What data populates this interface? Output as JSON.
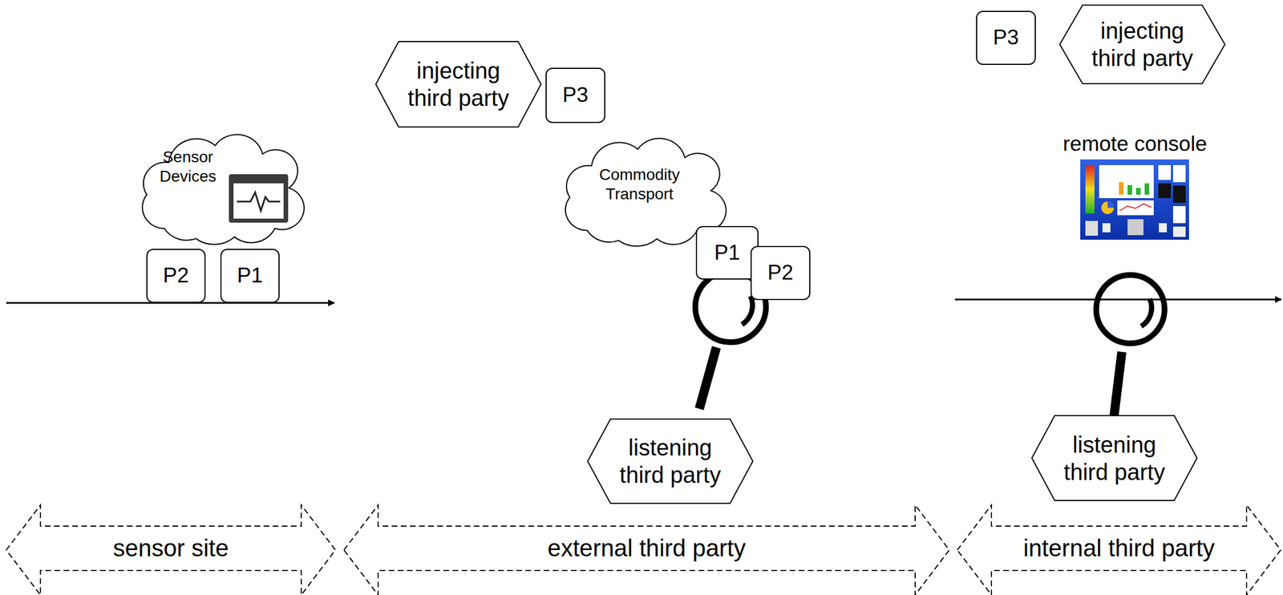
{
  "diagram": {
    "nodes": [
      {
        "text": [
          "Sensor Devices"
        ]
      },
      {
        "text": [
          "P2"
        ]
      },
      {
        "text": [
          "P1"
        ]
      },
      {
        "text": [
          "injecting third party"
        ]
      },
      {
        "text": [
          "P3"
        ]
      },
      {
        "text": [
          "Commodity Transport"
        ]
      },
      {
        "text": [
          "P1"
        ]
      },
      {
        "text": [
          "P2"
        ]
      },
      {
        "text": [
          "listening third party"
        ]
      },
      {
        "text": [
          "P3"
        ]
      },
      {
        "text": [
          "injecting third party"
        ]
      },
      {
        "text": [
          "listening third party"
        ]
      },
      {
        "text": [
          "sensor site"
        ]
      },
      {
        "text": [
          "external third party"
        ]
      },
      {
        "text": [
          "internal third party"
        ]
      }
    ],
    "labels": [
      "remote console"
    ]
  }
}
